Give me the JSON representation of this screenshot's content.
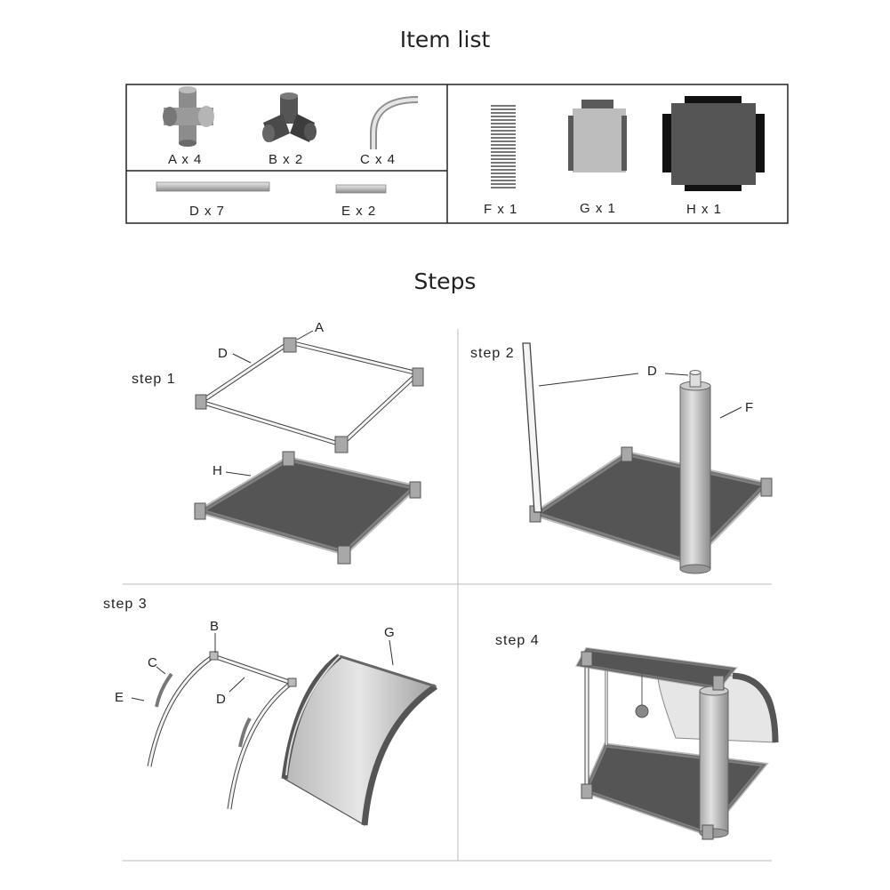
{
  "headings": {
    "item_list": "Item list",
    "steps": "Steps"
  },
  "items": [
    {
      "label": "A x 4"
    },
    {
      "label": "B x 2"
    },
    {
      "label": "C x 4"
    },
    {
      "label": "D x 7"
    },
    {
      "label": "E x 2"
    },
    {
      "label": "F x 1"
    },
    {
      "label": "G x 1"
    },
    {
      "label": "H x 1"
    }
  ],
  "steps": [
    {
      "label": "step 1",
      "callouts": [
        "A",
        "D",
        "H"
      ]
    },
    {
      "label": "step 2",
      "callouts": [
        "D",
        "F"
      ]
    },
    {
      "label": "step 3",
      "callouts": [
        "B",
        "C",
        "E",
        "D",
        "G"
      ]
    },
    {
      "label": "step 4",
      "callouts": []
    }
  ]
}
